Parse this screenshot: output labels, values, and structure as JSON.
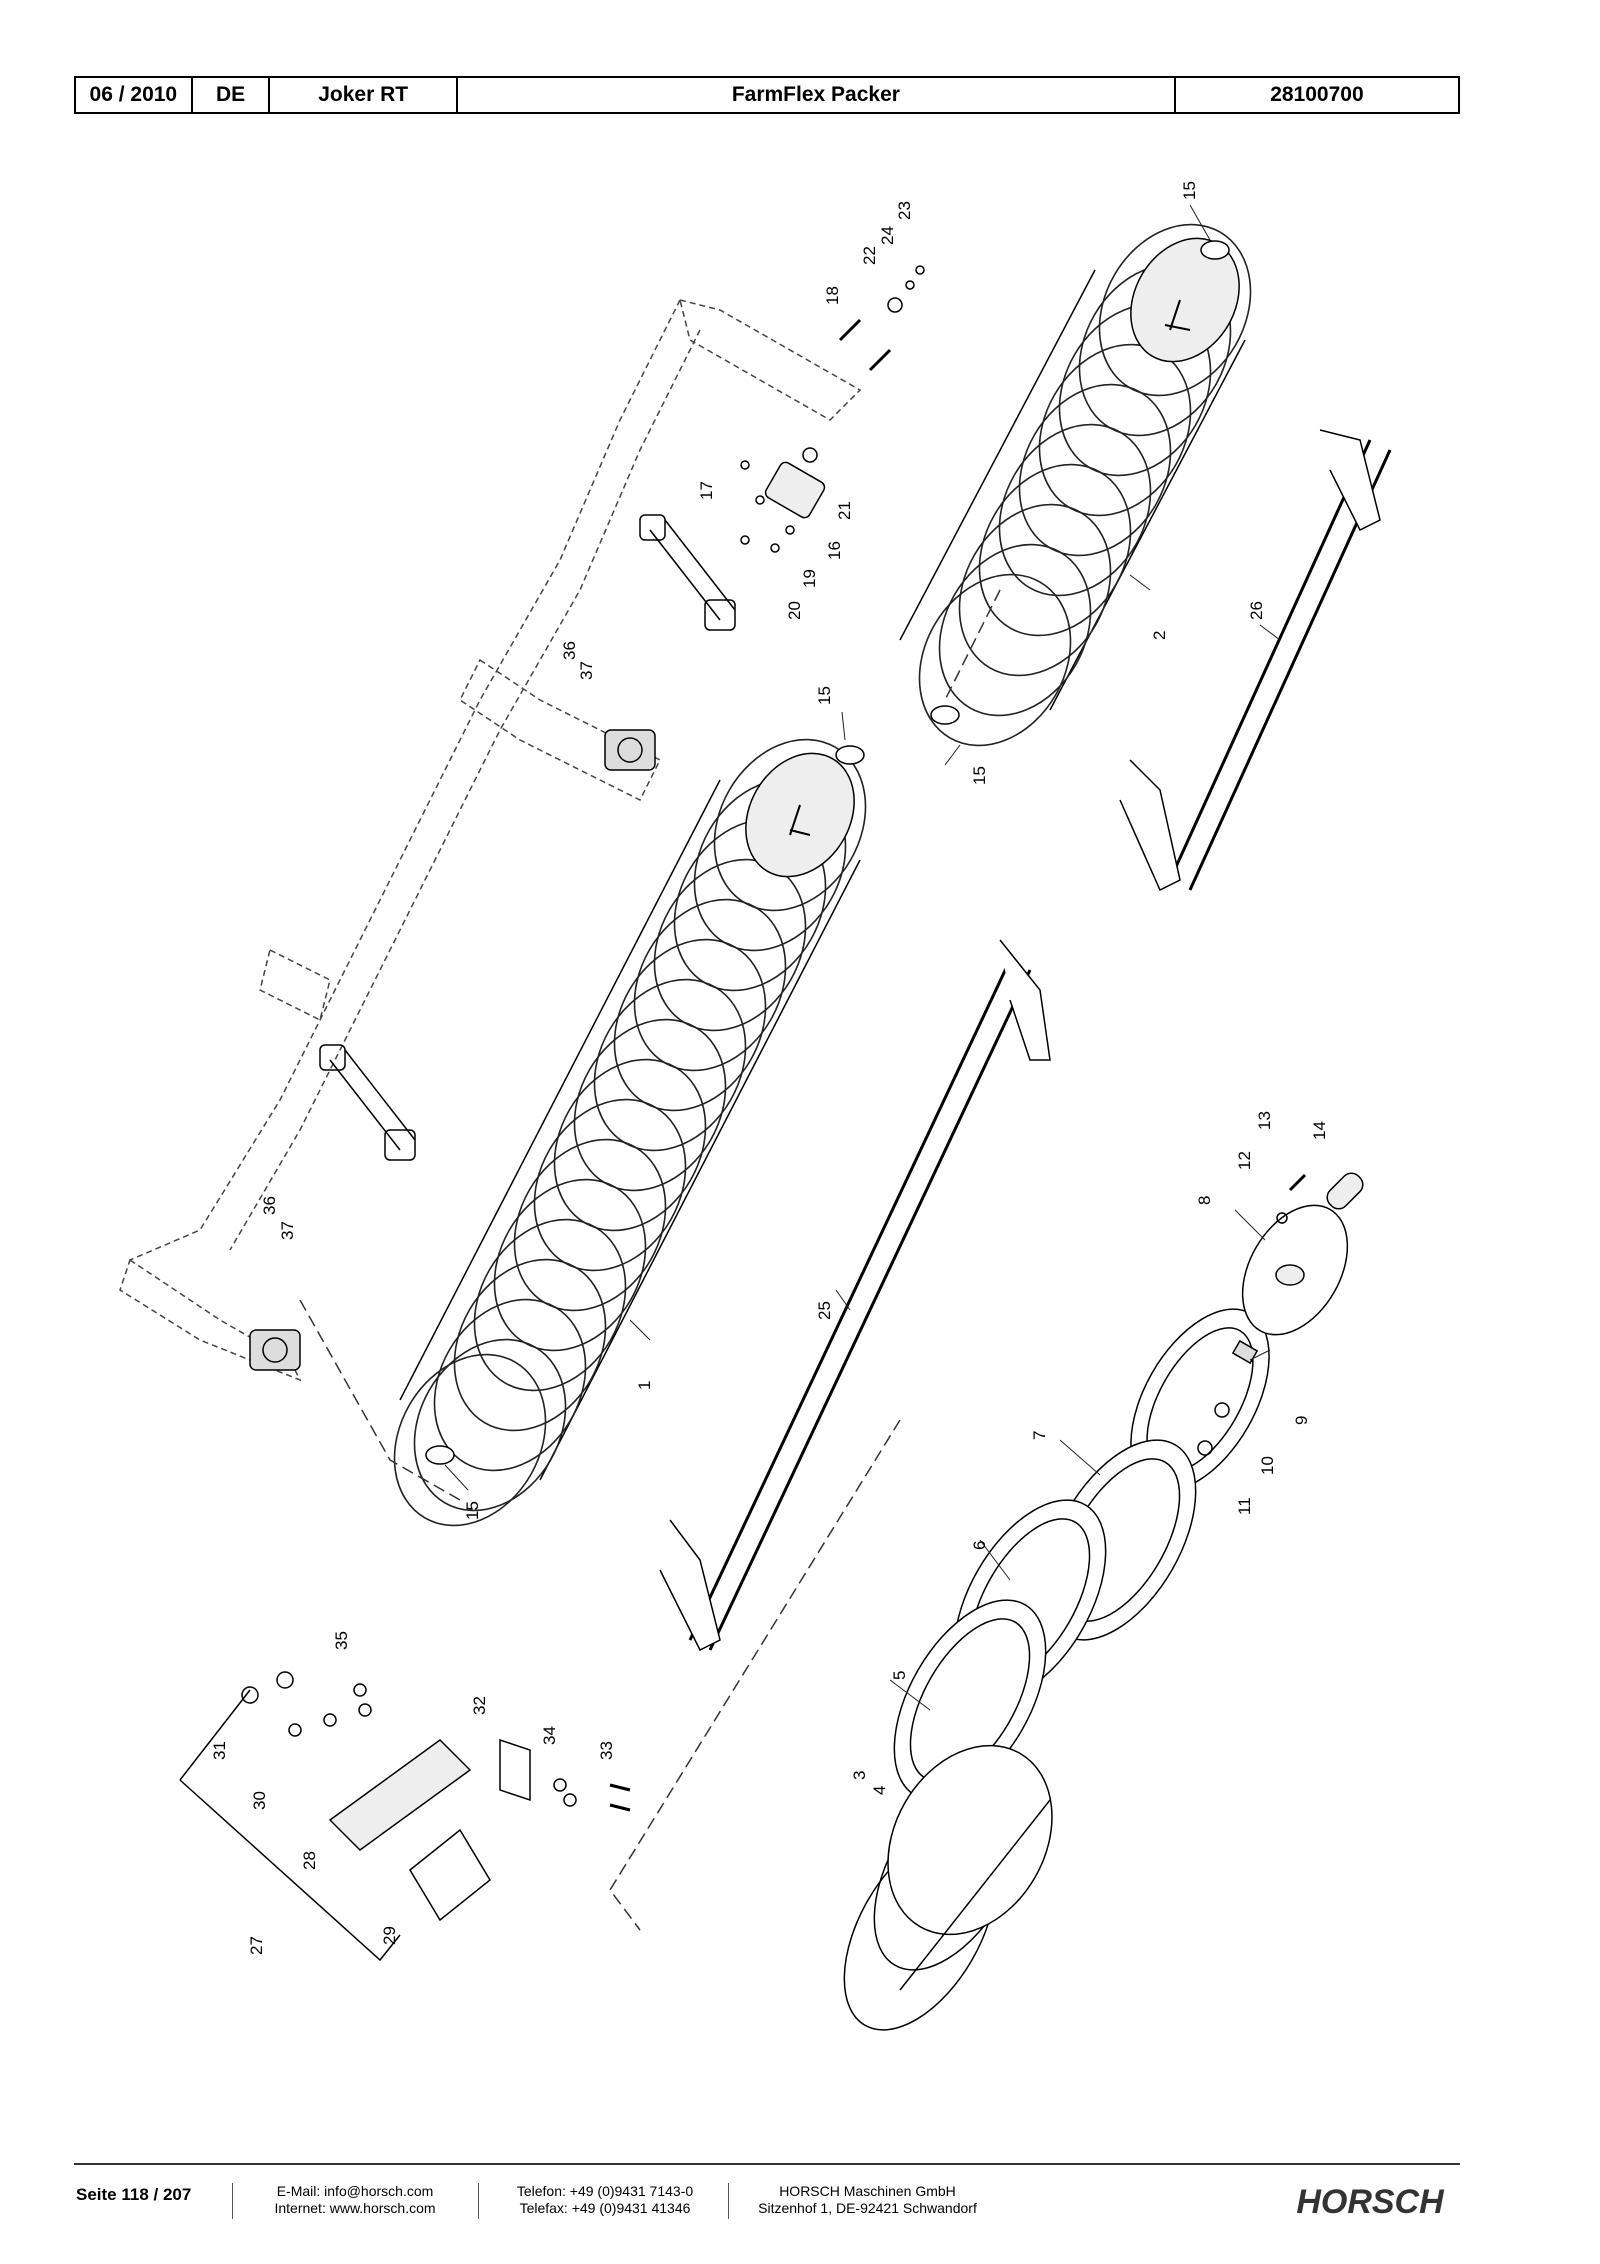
{
  "header": {
    "date": "06 / 2010",
    "lang": "DE",
    "machine": "Joker RT",
    "title": "FarmFlex Packer",
    "doc_number": "28100700"
  },
  "callouts": [
    "1",
    "2",
    "3",
    "4",
    "5",
    "6",
    "7",
    "8",
    "9",
    "10",
    "11",
    "12",
    "13",
    "14",
    "15",
    "15",
    "15",
    "15",
    "16",
    "17",
    "18",
    "19",
    "20",
    "21",
    "22",
    "23",
    "24",
    "25",
    "26",
    "27",
    "28",
    "29",
    "30",
    "31",
    "32",
    "33",
    "34",
    "35",
    "36",
    "37",
    "36",
    "37"
  ],
  "footer": {
    "page": "Seite 118 / 207",
    "email": "E-Mail: info@horsch.com",
    "internet": "Internet: www.horsch.com",
    "phone": "Telefon: +49 (0)9431 7143-0",
    "fax": "Telefax: +49 (0)9431 41346",
    "company": "HORSCH Maschinen GmbH",
    "address": "Sitzenhof 1, DE-92421 Schwandorf",
    "logo": "HORSCH"
  }
}
